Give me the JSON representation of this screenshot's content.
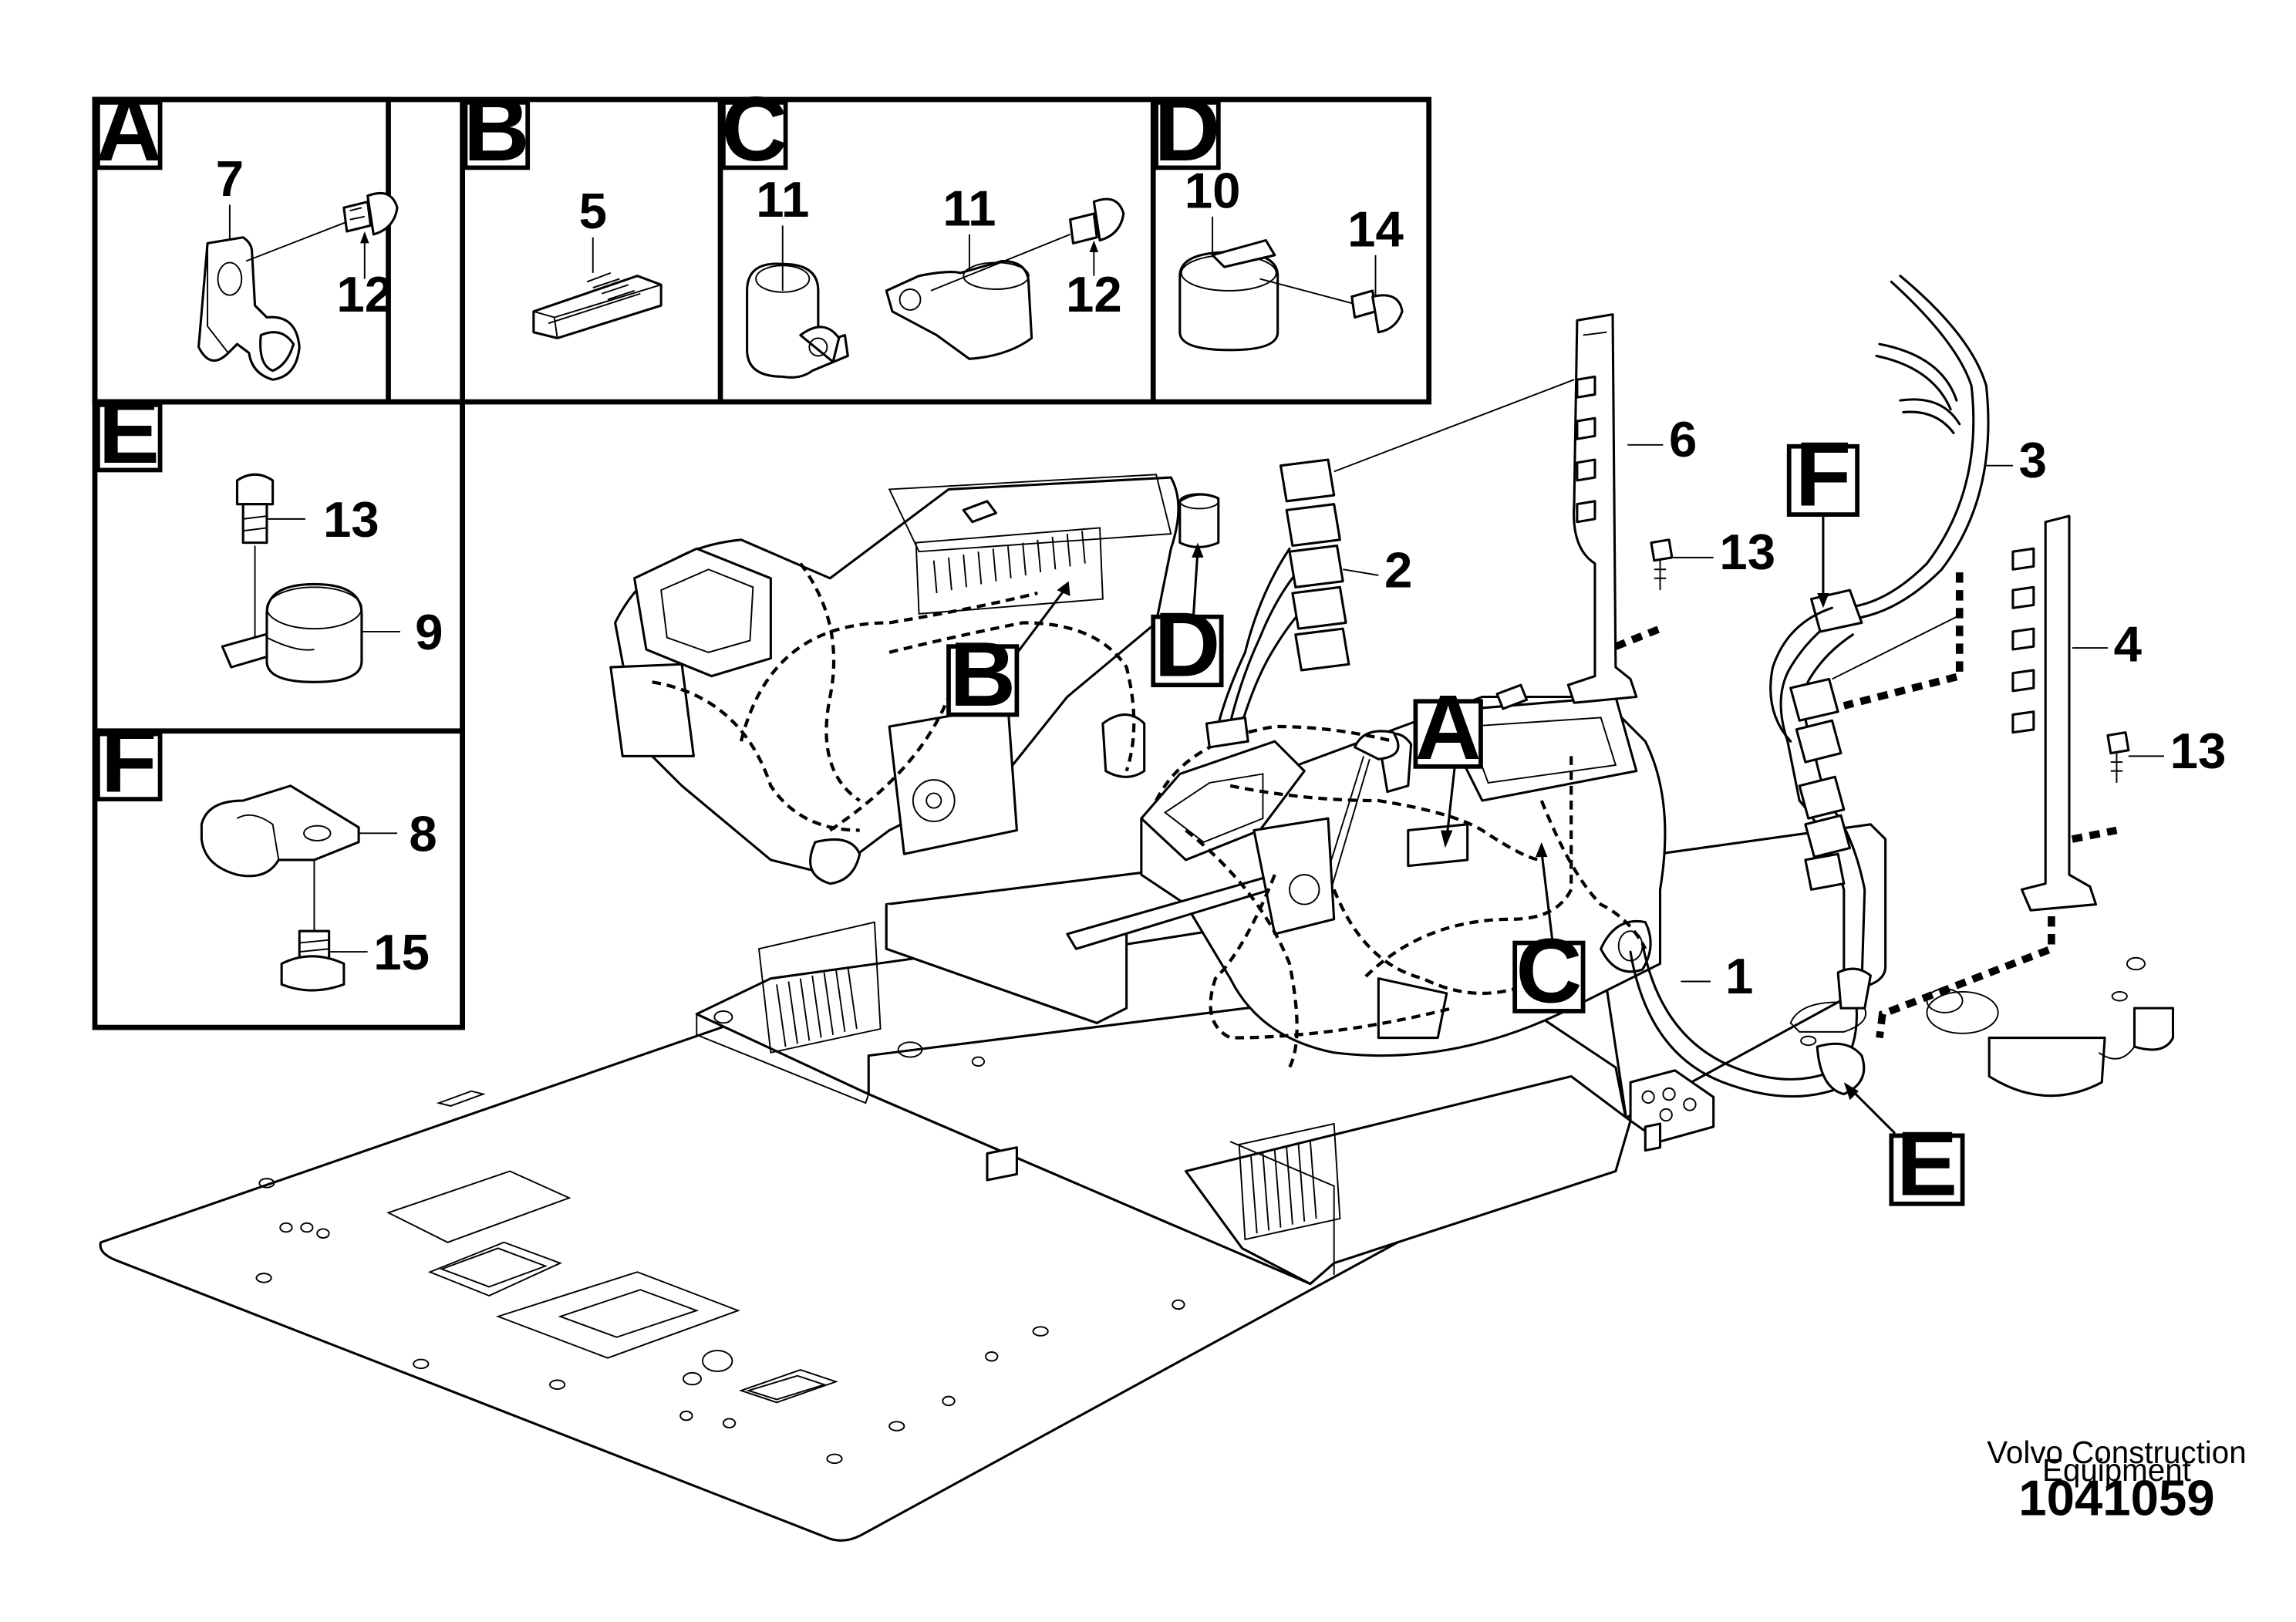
{
  "detail_panels": [
    {
      "letter": "A",
      "parts": [
        "7",
        "12"
      ]
    },
    {
      "letter": "B",
      "parts": [
        "5"
      ]
    },
    {
      "letter": "C",
      "parts": [
        "11",
        "11",
        "12"
      ]
    },
    {
      "letter": "D",
      "parts": [
        "10",
        "14"
      ]
    },
    {
      "letter": "E",
      "parts": [
        "13",
        "9"
      ]
    },
    {
      "letter": "F",
      "parts": [
        "8",
        "15"
      ]
    }
  ],
  "main_callouts": {
    "letters": [
      "A",
      "B",
      "C",
      "D",
      "E",
      "F"
    ],
    "numbers": [
      "1",
      "2",
      "3",
      "4",
      "6",
      "13",
      "13"
    ]
  },
  "footer": {
    "company_line1": "Volvo Construction",
    "company_line2": "Equipment",
    "doc_number": "1041059"
  }
}
